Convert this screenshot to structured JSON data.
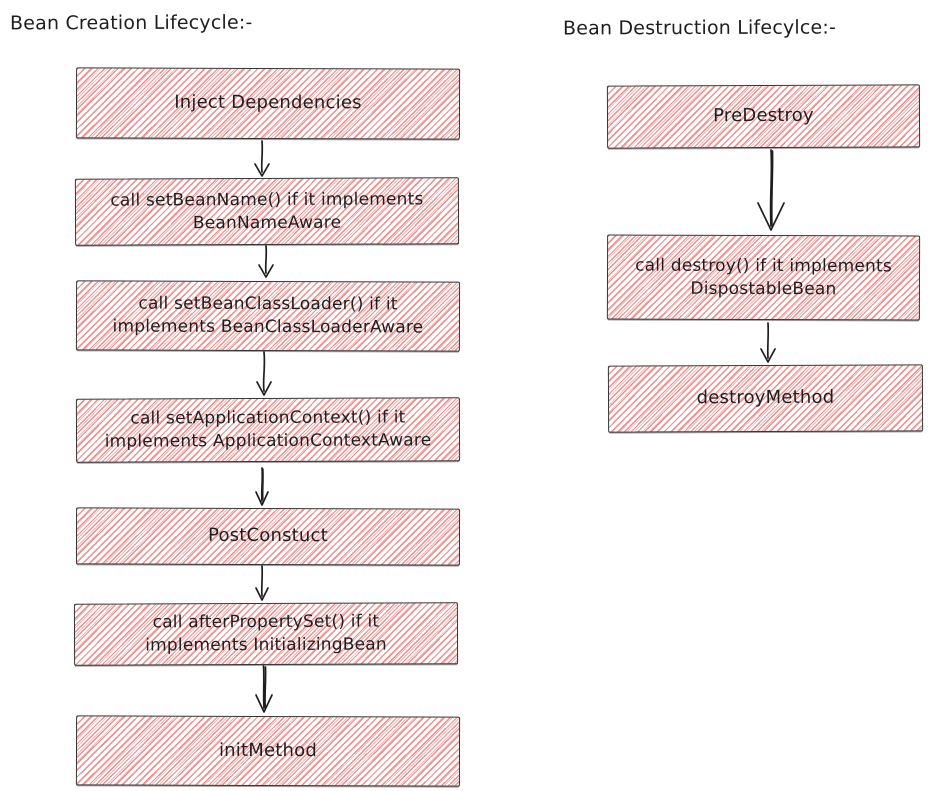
{
  "colors": {
    "bg": "#ffffff",
    "ink": "#1e1e1e",
    "box-border": "#343434",
    "hatch": "#ef8c8c",
    "hatch-light": "#f6b5b5"
  },
  "creation": {
    "title": "Bean Creation Lifecycle:-",
    "steps": [
      "Inject Dependencies",
      "call setBeanName() if it implements BeanNameAware",
      "call setBeanClassLoader() if it implements BeanClassLoaderAware",
      "call setApplicationContext() if it implements ApplicationContextAware",
      "PostConstuct",
      "call afterPropertySet() if it implements InitializingBean",
      "initMethod"
    ]
  },
  "destruction": {
    "title": "Bean Destruction Lifecylce:-",
    "steps": [
      "PreDestroy",
      "call destroy() if it implements DispostableBean",
      "destroyMethod"
    ]
  }
}
